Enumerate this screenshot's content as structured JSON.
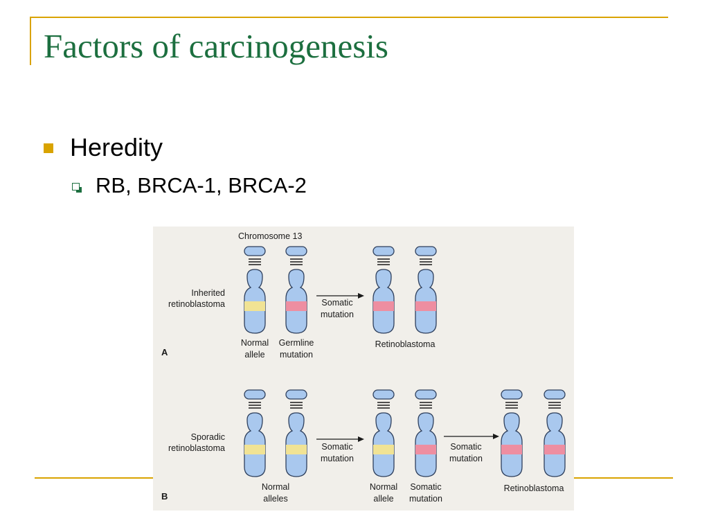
{
  "slide": {
    "title": "Factors of carcinogenesis",
    "bullets": [
      {
        "text": "Heredity"
      },
      {
        "text": "RB, BRCA-1, BRCA-2"
      }
    ]
  },
  "diagram": {
    "colors": {
      "chromosome": "#a9c8ee",
      "outline": "#2e3f5c",
      "normal_band": "#f1e394",
      "mutated_band": "#ee8ea1",
      "background": "#f1efea",
      "accent": "#d9a300",
      "title_green": "#1c6f3f"
    },
    "panel_a": {
      "letter": "A",
      "heading": "Chromosome 13",
      "row_label": [
        "Inherited",
        "retinoblastoma"
      ],
      "arrow_label": [
        "Somatic",
        "mutation"
      ],
      "chromosomes": [
        {
          "band": "normal",
          "caption": [
            "Normal",
            "allele"
          ]
        },
        {
          "band": "mutated",
          "caption": [
            "Germline",
            "mutation"
          ]
        },
        {
          "band": "mutated",
          "caption": []
        },
        {
          "band": "mutated",
          "caption": []
        }
      ],
      "result_caption": "Retinoblastoma"
    },
    "panel_b": {
      "letter": "B",
      "row_label": [
        "Sporadic",
        "retinoblastoma"
      ],
      "arrow_label_1": [
        "Somatic",
        "mutation"
      ],
      "arrow_label_2": [
        "Somatic",
        "mutation"
      ],
      "chromosomes": [
        {
          "band": "normal"
        },
        {
          "band": "normal"
        },
        {
          "band": "normal"
        },
        {
          "band": "mutated"
        },
        {
          "band": "mutated"
        },
        {
          "band": "mutated"
        }
      ],
      "caption_pair_1": [
        "Normal",
        "alleles"
      ],
      "caption_3": [
        "Normal",
        "allele"
      ],
      "caption_4": [
        "Somatic",
        "mutation"
      ],
      "result_caption": "Retinoblastoma"
    }
  }
}
